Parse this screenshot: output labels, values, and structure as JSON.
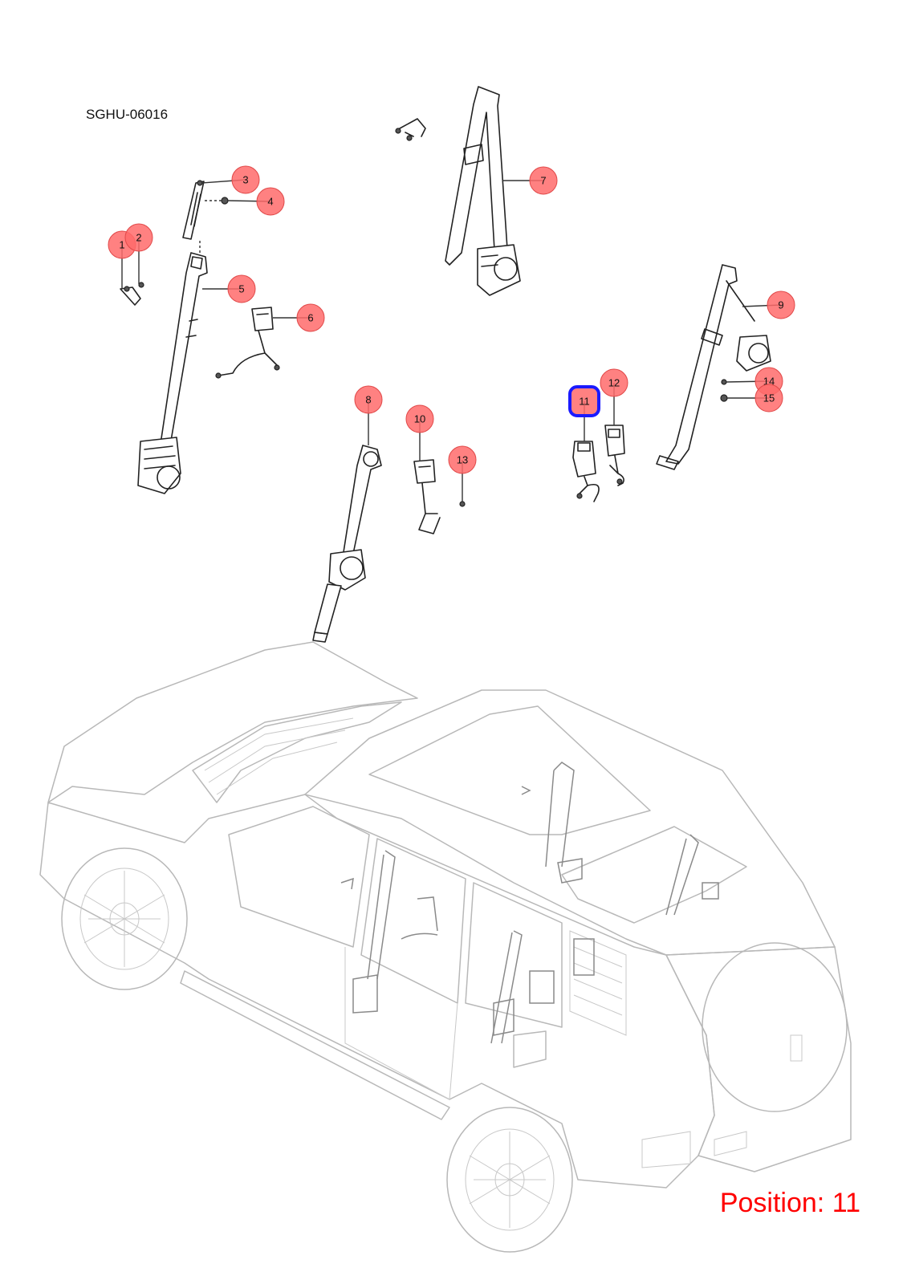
{
  "diagram": {
    "reference_code": "SGHU-06016",
    "position_label": "Position: 11",
    "selected_callout": "11",
    "highlight_color": "#1a1aff",
    "callout_color": "#ff6b6b",
    "callouts": [
      {
        "label": "1"
      },
      {
        "label": "2"
      },
      {
        "label": "3"
      },
      {
        "label": "4"
      },
      {
        "label": "5"
      },
      {
        "label": "6"
      },
      {
        "label": "7"
      },
      {
        "label": "8"
      },
      {
        "label": "9"
      },
      {
        "label": "10"
      },
      {
        "label": "11"
      },
      {
        "label": "12"
      },
      {
        "label": "13"
      },
      {
        "label": "14"
      },
      {
        "label": "15"
      }
    ]
  }
}
